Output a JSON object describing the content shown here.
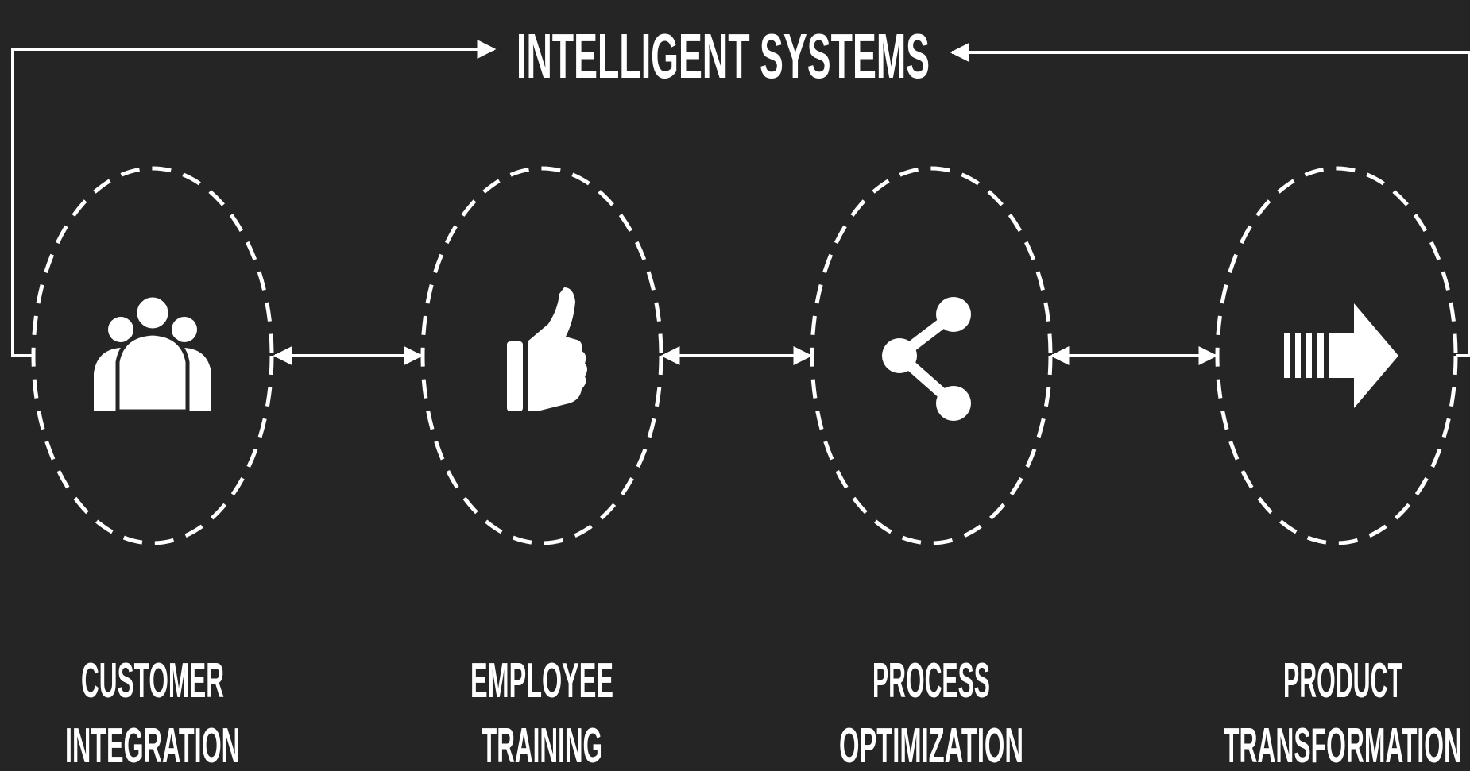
{
  "title": "INTELLIGENT SYSTEMS",
  "colors": {
    "background": "#252525",
    "foreground": "#ffffff"
  },
  "stages": [
    {
      "icon": "people-group-icon",
      "line1": "CUSTOMER",
      "line2": "INTEGRATION"
    },
    {
      "icon": "thumbs-up-icon",
      "line1": "EMPLOYEE",
      "line2": "TRAINING"
    },
    {
      "icon": "share-icon",
      "line1": "PROCESS",
      "line2": "OPTIMIZATION"
    },
    {
      "icon": "striped-arrow-right-icon",
      "line1": "PRODUCT",
      "line2": "TRANSFORMATION"
    }
  ]
}
